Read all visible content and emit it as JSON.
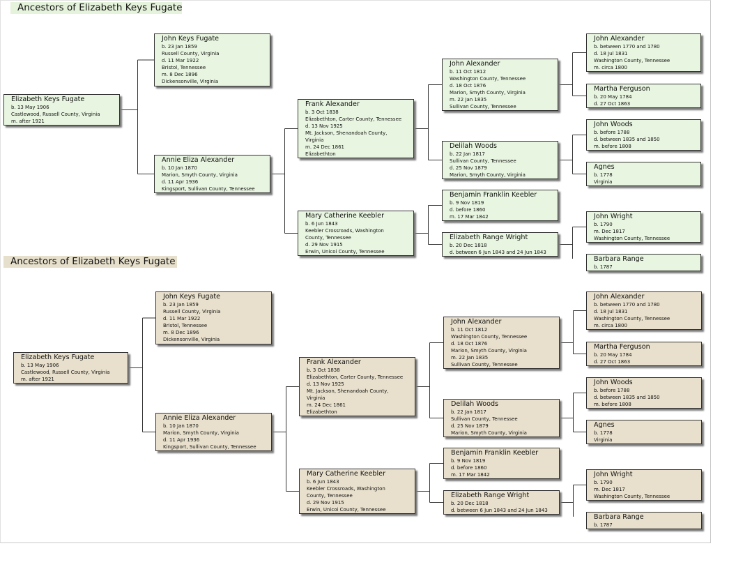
{
  "colors": {
    "section1_box": "#e8f5e0",
    "section1_title": "#e6f3dc",
    "section2_box": "#e8e0cc",
    "section2_title": "#e6dfcb",
    "connector": "#333333"
  },
  "sections": [
    {
      "title": "Ancestors of Elizabeth Keys Fugate",
      "variant": "green",
      "persons": [
        {
          "id": "p1",
          "gen": 0,
          "parent": null,
          "name": "Elizabeth Keys Fugate",
          "details": [
            "b. 13 May 1906",
            "Castlewood, Russell County, Virginia",
            "m. after 1921"
          ]
        },
        {
          "id": "p2",
          "gen": 1,
          "parent": "p1",
          "name": "John Keys Fugate",
          "details": [
            "b. 23 Jan 1859",
            "Russell County, Virginia",
            "d. 11 Mar 1922",
            "Bristol, Tennessee",
            "m. 8 Dec 1896",
            "Dickensonville, Virginia"
          ]
        },
        {
          "id": "p3",
          "gen": 1,
          "parent": "p1",
          "name": "Annie Eliza Alexander",
          "details": [
            "b. 10 Jan 1870",
            "Marion, Smyth County, Virginia",
            "d. 11 Apr 1936",
            "Kingsport, Sullivan County, Tennessee"
          ]
        },
        {
          "id": "p6",
          "gen": 2,
          "parent": "p3",
          "name": "Frank Alexander",
          "details": [
            "b. 3 Oct 1838",
            "Elizabethton, Carter County, Tennessee",
            "d. 13 Nov 1925",
            "Mt. Jackson, Shenandoah County,",
            "Virginia",
            "m. 24 Dec 1861",
            "Elizabethton"
          ]
        },
        {
          "id": "p7",
          "gen": 2,
          "parent": "p3",
          "name": "Mary Catherine Keebler",
          "details": [
            "b. 6 Jun 1843",
            "Keebler Crossroads, Washington",
            "County, Tennessee",
            "d. 29 Nov 1915",
            "Erwin, Unicoi County, Tennessee"
          ]
        },
        {
          "id": "p12",
          "gen": 3,
          "parent": "p6",
          "name": "John Alexander",
          "details": [
            "b. 11 Oct 1812",
            "Washington County, Tennessee",
            "d. 18 Oct 1876",
            "Marion, Smyth County, Virginia",
            "m. 22 Jan 1835",
            "Sullivan County, Tennessee"
          ]
        },
        {
          "id": "p13",
          "gen": 3,
          "parent": "p6",
          "name": "Delilah Woods",
          "details": [
            "b. 22 Jan 1817",
            "Sullivan County, Tennessee",
            "d. 25 Nov 1879",
            "Marion, Smyth County, Virginia"
          ]
        },
        {
          "id": "p14",
          "gen": 3,
          "parent": "p7",
          "name": "Benjamin Franklin Keebler",
          "details": [
            "b. 9 Nov 1819",
            "d. before 1860",
            "m. 17 Mar 1842"
          ]
        },
        {
          "id": "p15",
          "gen": 3,
          "parent": "p7",
          "name": "Elizabeth Range Wright",
          "details": [
            "b. 20 Dec 1818",
            "d. between 6 Jun 1843 and 24 Jun 1843"
          ]
        },
        {
          "id": "p24",
          "gen": 4,
          "parent": "p12",
          "name": "John Alexander",
          "details": [
            "b. between 1770 and 1780",
            "d. 18 Jul 1831",
            "Washington County, Tennessee",
            "m. circa 1800"
          ]
        },
        {
          "id": "p25",
          "gen": 4,
          "parent": "p12",
          "name": "Martha Ferguson",
          "details": [
            "b. 20 May 1784",
            "d. 27 Oct 1863"
          ]
        },
        {
          "id": "p26",
          "gen": 4,
          "parent": "p13",
          "name": "John Woods",
          "details": [
            "b. before 1788",
            "d. between 1835 and 1850",
            "m. before 1808"
          ]
        },
        {
          "id": "p27",
          "gen": 4,
          "parent": "p13",
          "name": "Agnes",
          "details": [
            "b. 1778",
            "Virginia"
          ]
        },
        {
          "id": "p30",
          "gen": 4,
          "parent": "p15",
          "name": "John Wright",
          "details": [
            "b. 1790",
            "m. Dec 1817",
            "Washington County, Tennessee"
          ]
        },
        {
          "id": "p31",
          "gen": 4,
          "parent": "p15",
          "name": "Barbara Range",
          "details": [
            "b. 1787"
          ]
        }
      ]
    },
    {
      "title": "Ancestors of Elizabeth Keys Fugate",
      "variant": "tan",
      "persons": [
        {
          "id": "p1",
          "gen": 0,
          "parent": null,
          "name": "Elizabeth Keys Fugate",
          "details": [
            "b. 13 May 1906",
            "Castlewood, Russell County, Virginia",
            "m. after 1921"
          ]
        },
        {
          "id": "p2",
          "gen": 1,
          "parent": "p1",
          "name": "John Keys Fugate",
          "details": [
            "b. 23 Jan 1859",
            "Russell County, Virginia",
            "d. 11 Mar 1922",
            "Bristol, Tennessee",
            "m. 8 Dec 1896",
            "Dickensonville, Virginia"
          ]
        },
        {
          "id": "p3",
          "gen": 1,
          "parent": "p1",
          "name": "Annie Eliza Alexander",
          "details": [
            "b. 10 Jan 1870",
            "Marion, Smyth County, Virginia",
            "d. 11 Apr 1936",
            "Kingsport, Sullivan County, Tennessee"
          ]
        },
        {
          "id": "p6",
          "gen": 2,
          "parent": "p3",
          "name": "Frank Alexander",
          "details": [
            "b. 3 Oct 1838",
            "Elizabethton, Carter County, Tennessee",
            "d. 13 Nov 1925",
            "Mt. Jackson, Shenandoah County,",
            "Virginia",
            "m. 24 Dec 1861",
            "Elizabethton"
          ]
        },
        {
          "id": "p7",
          "gen": 2,
          "parent": "p3",
          "name": "Mary Catherine Keebler",
          "details": [
            "b. 6 Jun 1843",
            "Keebler Crossroads, Washington",
            "County, Tennessee",
            "d. 29 Nov 1915",
            "Erwin, Unicoi County, Tennessee"
          ]
        },
        {
          "id": "p12",
          "gen": 3,
          "parent": "p6",
          "name": "John Alexander",
          "details": [
            "b. 11 Oct 1812",
            "Washington County, Tennessee",
            "d. 18 Oct 1876",
            "Marion, Smyth County, Virginia",
            "m. 22 Jan 1835",
            "Sullivan County, Tennessee"
          ]
        },
        {
          "id": "p13",
          "gen": 3,
          "parent": "p6",
          "name": "Delilah Woods",
          "details": [
            "b. 22 Jan 1817",
            "Sullivan County, Tennessee",
            "d. 25 Nov 1879",
            "Marion, Smyth County, Virginia"
          ]
        },
        {
          "id": "p14",
          "gen": 3,
          "parent": "p7",
          "name": "Benjamin Franklin Keebler",
          "details": [
            "b. 9 Nov 1819",
            "d. before 1860",
            "m. 17 Mar 1842"
          ]
        },
        {
          "id": "p15",
          "gen": 3,
          "parent": "p7",
          "name": "Elizabeth Range Wright",
          "details": [
            "b. 20 Dec 1818",
            "d. between 6 Jun 1843 and 24 Jun 1843"
          ]
        },
        {
          "id": "p24",
          "gen": 4,
          "parent": "p12",
          "name": "John Alexander",
          "details": [
            "b. between 1770 and 1780",
            "d. 18 Jul 1831",
            "Washington County, Tennessee",
            "m. circa 1800"
          ]
        },
        {
          "id": "p25",
          "gen": 4,
          "parent": "p12",
          "name": "Martha Ferguson",
          "details": [
            "b. 20 May 1784",
            "d. 27 Oct 1863"
          ]
        },
        {
          "id": "p26",
          "gen": 4,
          "parent": "p13",
          "name": "John Woods",
          "details": [
            "b. before 1788",
            "d. between 1835 and 1850",
            "m. before 1808"
          ]
        },
        {
          "id": "p27",
          "gen": 4,
          "parent": "p13",
          "name": "Agnes",
          "details": [
            "b. 1778",
            "Virginia"
          ]
        },
        {
          "id": "p30",
          "gen": 4,
          "parent": "p15",
          "name": "John Wright",
          "details": [
            "b. 1790",
            "m. Dec 1817",
            "Washington County, Tennessee"
          ]
        },
        {
          "id": "p31",
          "gen": 4,
          "parent": "p15",
          "name": "Barbara Range",
          "details": [
            "b. 1787"
          ]
        }
      ]
    }
  ]
}
